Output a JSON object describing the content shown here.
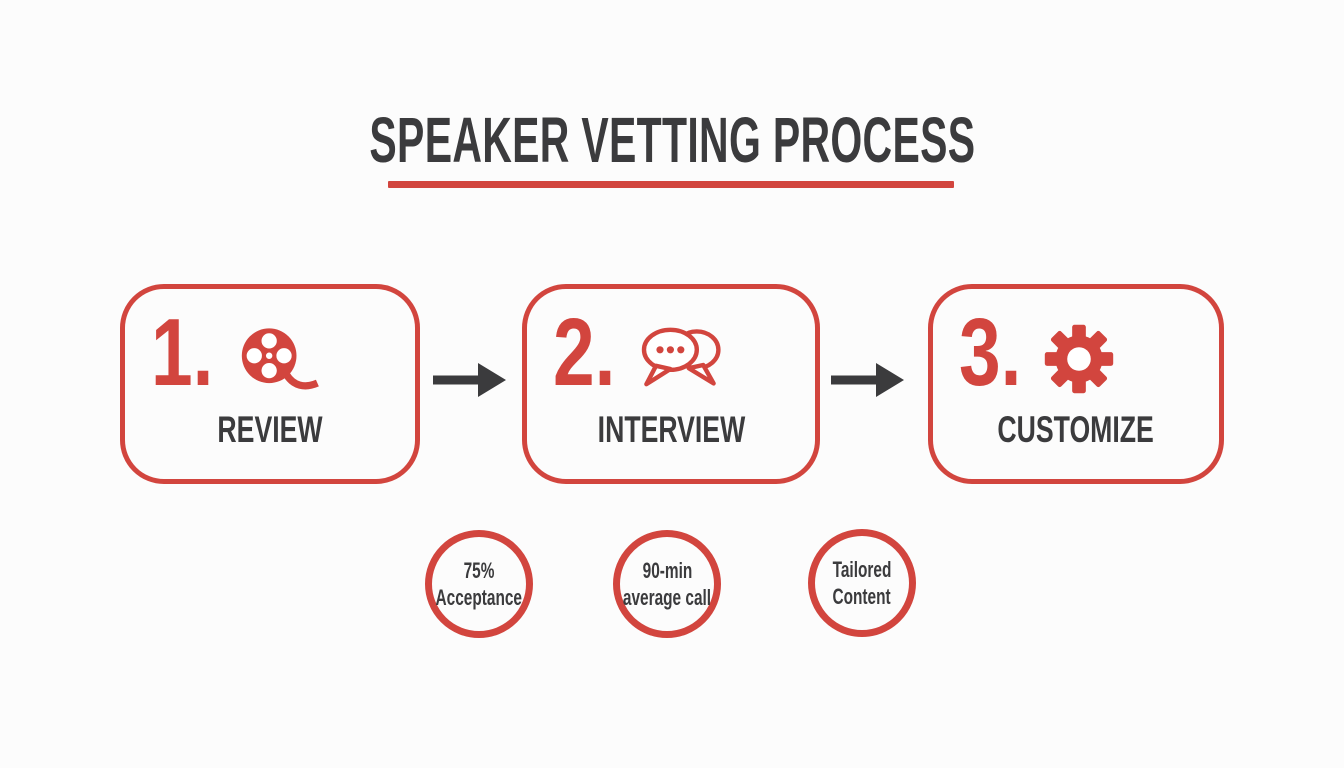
{
  "title": {
    "text": "SPEAKER VETTING PROCESS"
  },
  "steps": [
    {
      "number": "1.",
      "label": "REVIEW",
      "icon": "film-reel-icon"
    },
    {
      "number": "2.",
      "label": "INTERVIEW",
      "icon": "chat-bubbles-icon"
    },
    {
      "number": "3.",
      "label": "CUSTOMIZE",
      "icon": "gear-icon"
    }
  ],
  "connectors": [
    {
      "icon": "arrow-right-icon"
    },
    {
      "icon": "arrow-right-icon"
    }
  ],
  "stats": [
    {
      "line1": "75%",
      "line2": "Acceptance"
    },
    {
      "line1": "90-min",
      "line2": "average call"
    },
    {
      "line1": "Tailored",
      "line2": "Content"
    }
  ],
  "colors": {
    "accent_red": "#d2453e",
    "text_dark": "#3b3b3d",
    "background": "#fcfcfc"
  }
}
